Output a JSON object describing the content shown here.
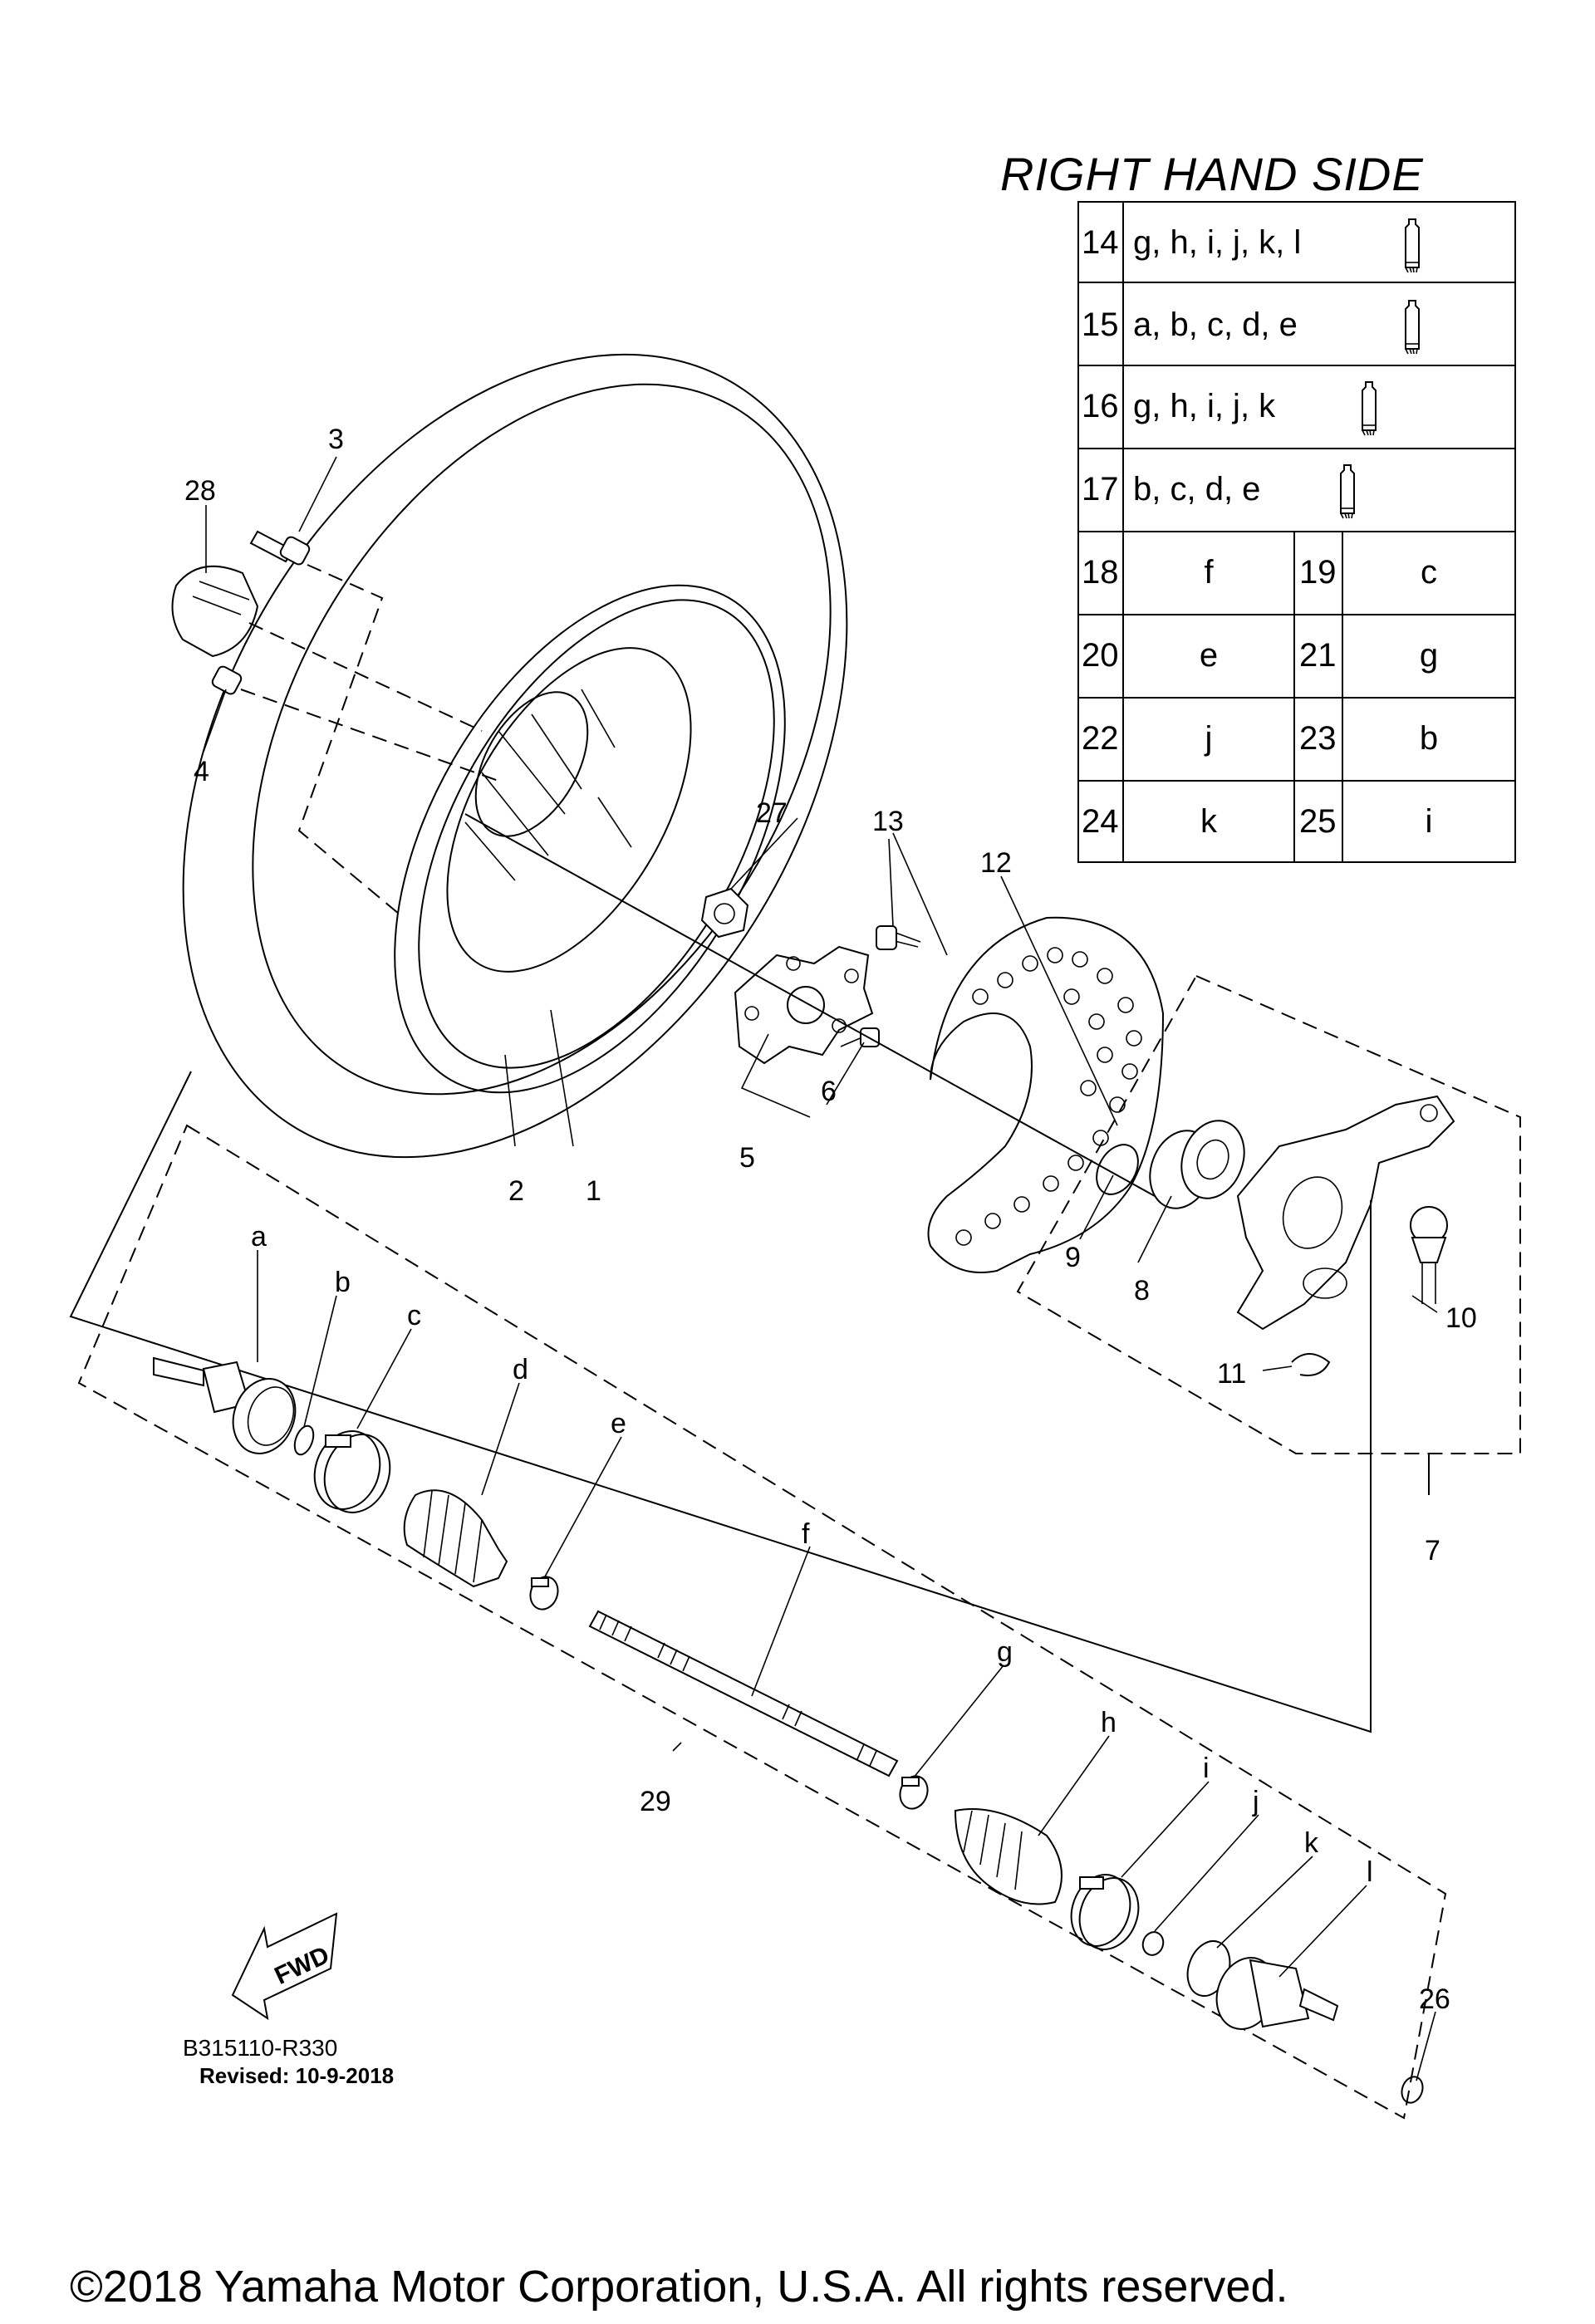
{
  "page": {
    "title": "RIGHT HAND SIDE",
    "ref_code": "B315110-R330",
    "revised": "Revised: 10-9-2018",
    "copyright": "©2018 Yamaha Motor Corporation, U.S.A. All rights reserved."
  },
  "table": {
    "sealant_rows": [
      {
        "num": "14",
        "parts": "g, h, i, j, k, l",
        "icon": "grease-tube-icon"
      },
      {
        "num": "15",
        "parts": "a, b, c, d, e",
        "icon": "grease-tube-icon"
      },
      {
        "num": "16",
        "parts": "g, h, i, j, k",
        "icon": "grease-tube-icon"
      },
      {
        "num": "17",
        "parts": "b, c, d, e",
        "icon": "grease-tube-icon"
      }
    ],
    "pair_rows": [
      {
        "n1": "18",
        "v1": "f",
        "n2": "19",
        "v2": "c"
      },
      {
        "n1": "20",
        "v1": "e",
        "n2": "21",
        "v2": "g"
      },
      {
        "n1": "22",
        "v1": "j",
        "n2": "23",
        "v2": "b"
      },
      {
        "n1": "24",
        "v1": "k",
        "n2": "25",
        "v2": "i"
      }
    ]
  },
  "callouts": {
    "c1": "1",
    "c2": "2",
    "c3": "3",
    "c4": "4",
    "c5": "5",
    "c6": "6",
    "c7": "7",
    "c8": "8",
    "c9": "9",
    "c10": "10",
    "c11": "11",
    "c12": "12",
    "c13": "13",
    "c26": "26",
    "c27": "27",
    "c28": "28",
    "c29": "29",
    "a": "a",
    "b": "b",
    "c": "c",
    "d": "d",
    "e": "e",
    "f": "f",
    "g": "g",
    "h": "h",
    "i": "i",
    "j": "j",
    "k": "k",
    "l": "l"
  },
  "fwd": {
    "label": "FWD",
    "icon": "forward-arrow-icon"
  }
}
